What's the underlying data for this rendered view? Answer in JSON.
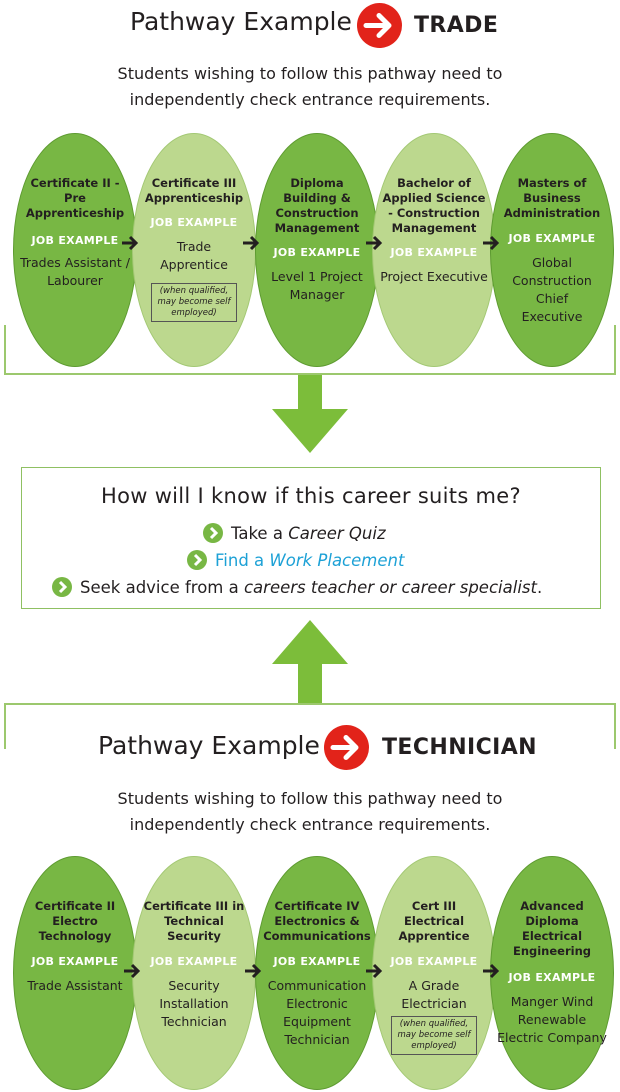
{
  "trade": {
    "title": "Pathway Example",
    "label": "TRADE",
    "intro_line1": "Students wishing to follow this pathway need to",
    "intro_line2": "independently check entrance requirements.",
    "stages": [
      {
        "qual": "Certificate II - Pre Apprenticeship",
        "job_heading": "JOB EXAMPLE",
        "job": "Trades Assistant / Labourer",
        "note": ""
      },
      {
        "qual": "Certificate  III Apprenticeship",
        "job_heading": "JOB EXAMPLE",
        "job": "Trade Apprentice",
        "note": "(when qualified, may become self employed)"
      },
      {
        "qual": "Diploma Building & Construction Management",
        "job_heading": "JOB EXAMPLE",
        "job": "Level 1 Project Manager",
        "note": ""
      },
      {
        "qual": "Bachelor of Applied Science - Construction Management",
        "job_heading": "JOB EXAMPLE",
        "job": "Project Executive",
        "note": ""
      },
      {
        "qual": "Masters of Business Administration",
        "job_heading": "JOB EXAMPLE",
        "job": "Global Construction Chief Executive",
        "note": ""
      }
    ]
  },
  "suits": {
    "question": "How will I know if this career suits me?",
    "item1_plain": "Take a ",
    "item1_ital": "Career Quiz",
    "item2_plain": "Find a ",
    "item2_ital": "Work Placement",
    "item3_plain": "Seek advice from a ",
    "item3_ital": "careers teacher or career specialist",
    "item3_end": "."
  },
  "technician": {
    "title": "Pathway Example",
    "label": "TECHNICIAN",
    "intro_line1": "Students wishing to follow this pathway need to",
    "intro_line2": "independently check entrance requirements.",
    "stages": [
      {
        "qual": "Certificate II Electro Technology",
        "job_heading": "JOB EXAMPLE",
        "job": "Trade Assistant",
        "note": ""
      },
      {
        "qual": "Certificate III in Technical Security",
        "job_heading": "JOB EXAMPLE",
        "job": "Security Installation Technician",
        "note": ""
      },
      {
        "qual": "Certificate IV Electronics & Communications",
        "job_heading": "JOB EXAMPLE",
        "job": "Communication Electronic Equipment Technician",
        "note": ""
      },
      {
        "qual": "Cert III Electrical Apprentice",
        "job_heading": "JOB EXAMPLE",
        "job": "A Grade Electrician",
        "note": "(when qualified, may become self employed)"
      },
      {
        "qual": "Advanced Diploma Electrical Engineering",
        "job_heading": "JOB EXAMPLE",
        "job": "Manger Wind Renewable Electric Company",
        "note": ""
      }
    ]
  },
  "colors": {
    "dark_green": "#78b744",
    "light_green": "#bcd88e",
    "arrow_green": "#7cbd3a",
    "badge_red": "#e2231a",
    "link_blue": "#1da1d6"
  },
  "icons": [
    "right-arrow-badge-icon",
    "chevron-right-icon",
    "down-arrow-icon",
    "up-arrow-icon",
    "connector-arrow-icon"
  ]
}
